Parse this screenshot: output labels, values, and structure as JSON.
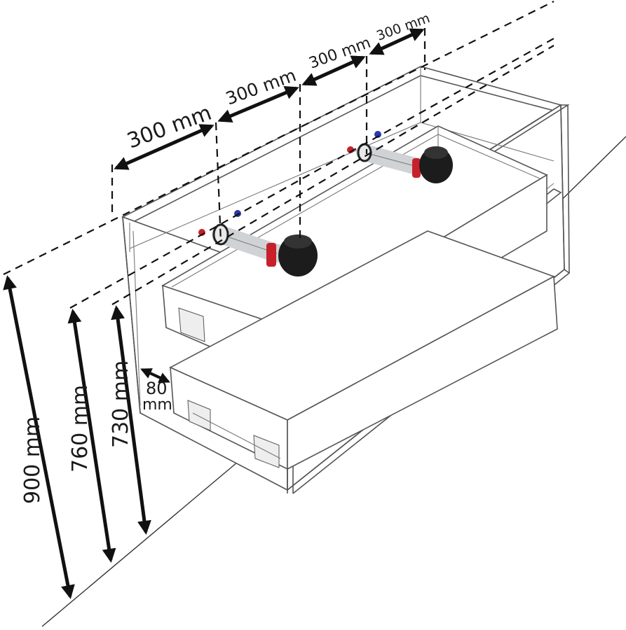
{
  "dimensions": {
    "width_1": "300 mm",
    "width_2": "300 mm",
    "width_3": "300 mm",
    "width_4": "300 mm",
    "height_total": "900 mm",
    "height_mid": "760 mm",
    "height_low": "730 mm",
    "depth_value": "80",
    "depth_unit": "mm"
  },
  "colors": {
    "line": "#111111",
    "frame": "#555555",
    "siphon_black": "#1c1c1c",
    "siphon_red": "#c8202a",
    "water_blue": "#2a3aa8",
    "pipe_gray": "#cfd3d6"
  }
}
